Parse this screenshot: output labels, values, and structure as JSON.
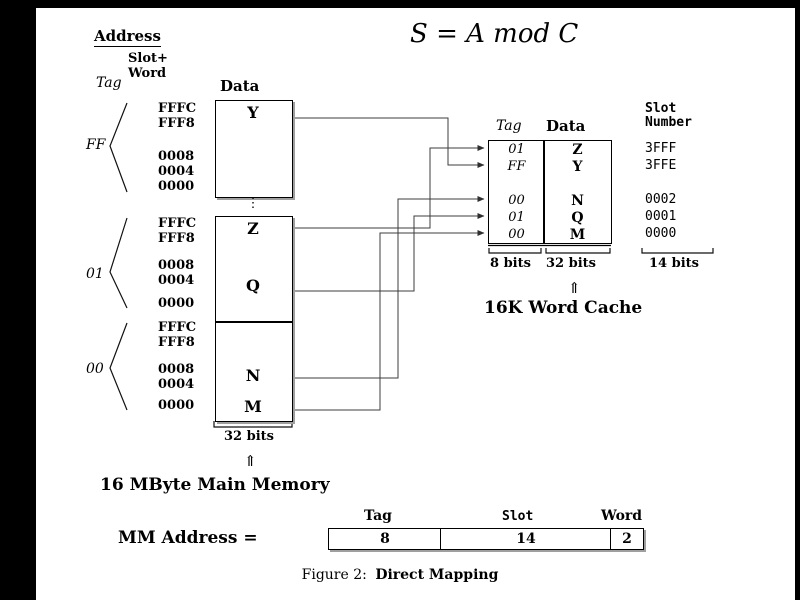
{
  "formula": "S = A mod C",
  "main_memory": {
    "address_label": "Address",
    "tag_col_label": "Tag",
    "slot_word_label_line1": "Slot+",
    "slot_word_label_line2": "Word",
    "data_label": "Data",
    "groups": [
      {
        "tag": "FF",
        "addresses": [
          "FFFC",
          "FFF8",
          "0008",
          "0004",
          "0000"
        ]
      },
      {
        "tag": "01",
        "addresses": [
          "FFFC",
          "FFF8",
          "0008",
          "0004",
          "0000"
        ]
      },
      {
        "tag": "00",
        "addresses": [
          "FFFC",
          "FFF8",
          "0008",
          "0004",
          "0000"
        ]
      }
    ],
    "letters": {
      "y": "Y",
      "z": "Z",
      "q": "Q",
      "n": "N",
      "m": "M"
    },
    "ellipsis": "⋮",
    "width_label": "32 bits",
    "up_arrow": "⇑",
    "caption": "16 MByte Main Memory"
  },
  "cache": {
    "tag_header": "Tag",
    "data_header": "Data",
    "slot_header_line1": "Slot",
    "slot_header_line2": "Number",
    "rows": [
      {
        "tag": "01",
        "data": "Z",
        "slot": "3FFF"
      },
      {
        "tag": "FF",
        "data": "Y",
        "slot": "3FFE"
      },
      {
        "tag": "",
        "data": "",
        "slot": ""
      },
      {
        "tag": "00",
        "data": "N",
        "slot": "0002"
      },
      {
        "tag": "01",
        "data": "Q",
        "slot": "0001"
      },
      {
        "tag": "00",
        "data": "M",
        "slot": "0000"
      }
    ],
    "tag_width_label": "8 bits",
    "data_width_label": "32 bits",
    "slot_width_label": "14 bits",
    "up_arrow": "⇑",
    "caption": "16K Word Cache"
  },
  "mm_address": {
    "label": "MM Address =",
    "fields": [
      {
        "name": "Tag",
        "bits": "8"
      },
      {
        "name": "Slot",
        "bits": "14"
      },
      {
        "name": "Word",
        "bits": "2"
      }
    ]
  },
  "figure": {
    "prefix": "Figure 2:",
    "title": "Direct Mapping"
  }
}
